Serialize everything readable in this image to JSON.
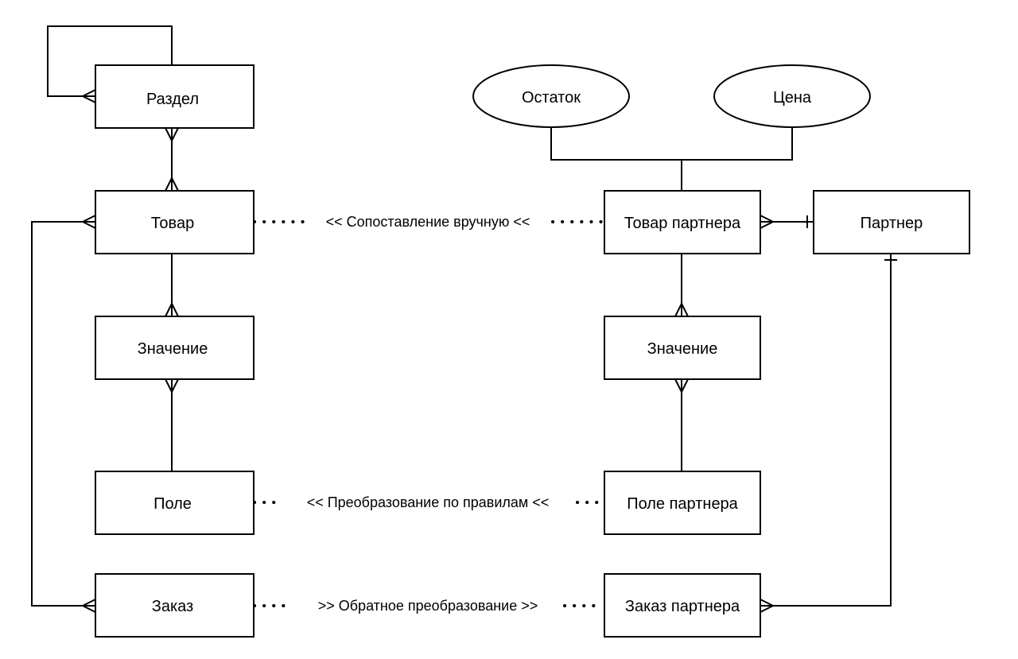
{
  "entities": {
    "razdel": "Раздел",
    "tovar": "Товар",
    "znachenie_left": "Значение",
    "pole": "Поле",
    "zakaz": "Заказ",
    "tovar_partnera": "Товар партнера",
    "partner": "Партнер",
    "znachenie_right": "Значение",
    "pole_partnera": "Поле партнера",
    "zakaz_partnera": "Заказ партнера"
  },
  "attributes": {
    "ostatok": "Остаток",
    "cena": "Цена"
  },
  "mappings": {
    "manual": "<< Сопоставление вручную <<",
    "rules": "<< Преобразование по правилам <<",
    "reverse": ">> Обратное преобразование >>"
  }
}
